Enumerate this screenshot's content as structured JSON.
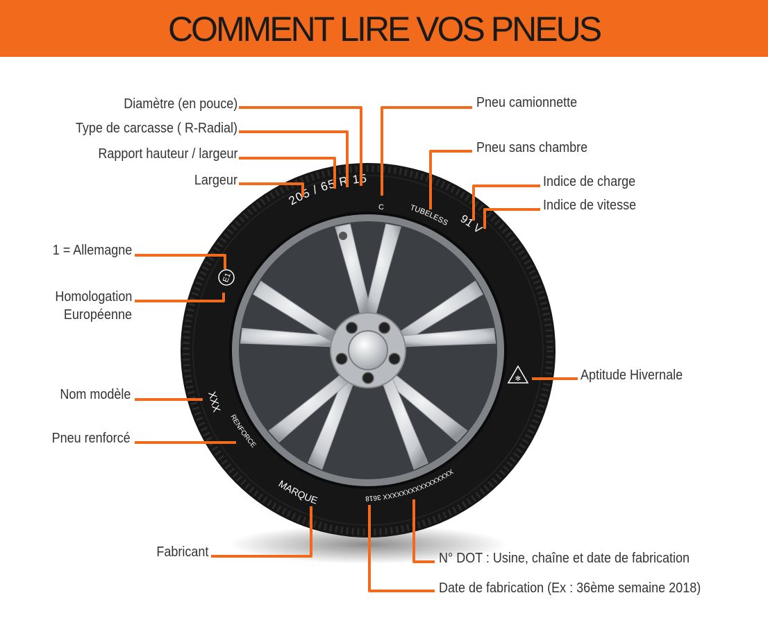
{
  "header": {
    "title": "COMMENT LIRE VOS PNEUS"
  },
  "colors": {
    "accent": "#f26a1b",
    "tire": "#161616",
    "rim": "#c9ccd0",
    "text": "#333333"
  },
  "sidewall": {
    "size_code": "205 / 65 R 15",
    "camionnette_mark": "C",
    "tubeless_mark": "TUBELESS",
    "load_speed": "91 V",
    "approval_mark": "E1",
    "model_mark": "XXX",
    "reinforced_mark": "RENFORCE",
    "brand_mark": "MARQUE",
    "dot_mark": "XXXXXXXXXXXXXXXX 3618",
    "winter_icon": "snowflake-mountain-icon"
  },
  "labels": {
    "diametre": "Diamètre (en pouce)",
    "carcasse": "Type de carcasse ( R-Radial)",
    "rapport": "Rapport hauteur / largeur",
    "largeur": "Largeur",
    "camionnette": "Pneu camionnette",
    "sans_chambre": "Pneu sans chambre",
    "charge": "Indice de charge",
    "vitesse": "Indice de vitesse",
    "allemagne": "1 = Allemagne",
    "homologation_1": "Homologation",
    "homologation_2": "Européenne",
    "hivernale": "Aptitude Hivernale",
    "nom_modele": "Nom modèle",
    "renforce": "Pneu renforcé",
    "fabricant": "Fabricant",
    "dot": "N° DOT : Usine, chaîne et date de fabrication",
    "date": "Date de fabrication (Ex : 36ème semaine 2018)"
  }
}
